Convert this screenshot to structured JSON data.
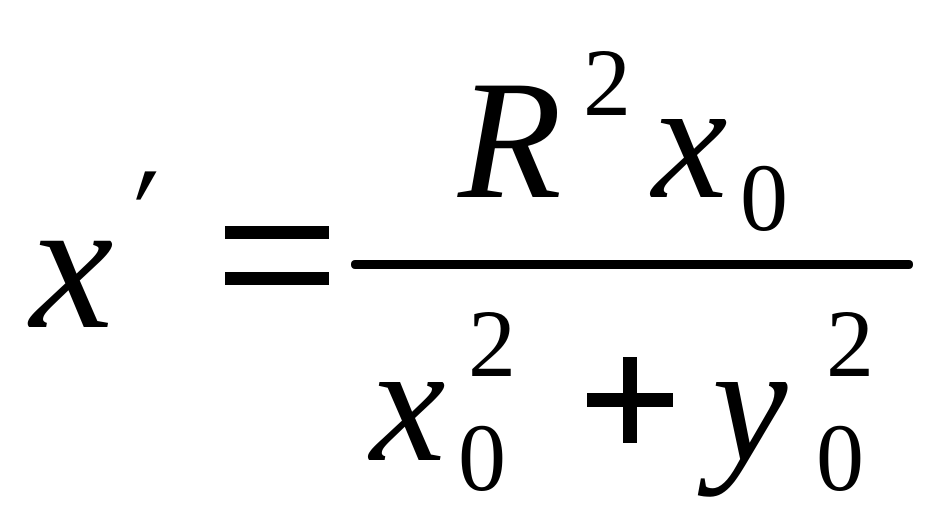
{
  "equation": {
    "lhs": {
      "variable": "x",
      "prime": "′"
    },
    "relation": "=",
    "numerator": {
      "base": "R",
      "base_exponent": "2",
      "variable": "x",
      "variable_subscript": "0"
    },
    "denominator": {
      "term1": "x",
      "term1_subscript": "0",
      "term1_exponent": "2",
      "operator": "+",
      "term2": "y",
      "term2_subscript": "0",
      "term2_exponent": "2"
    }
  }
}
